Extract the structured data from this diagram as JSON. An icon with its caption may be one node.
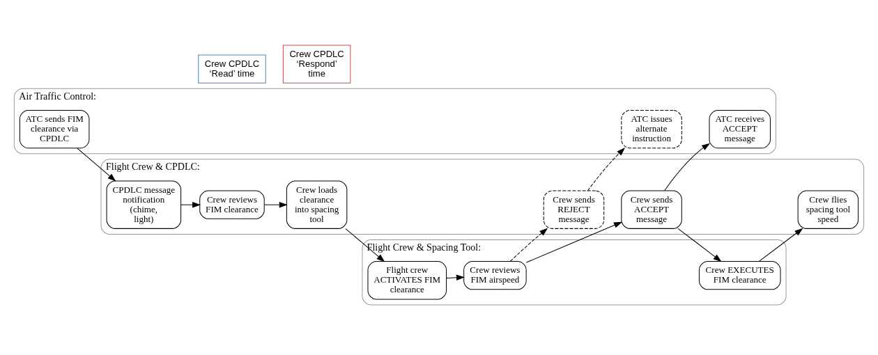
{
  "diagram": {
    "nodes": [
      {
        "text": [
          "Air Traffic Control:"
        ]
      },
      {
        "text": [
          "ATC sends FIM clearance via CPDLC"
        ],
        "in": 0
      },
      {
        "text": [
          "ATC issues alternate instruction"
        ],
        "in": 0
      },
      {
        "text": [
          "ATC receives ACCEPT message"
        ],
        "in": 0
      },
      {
        "text": [
          "Flight Crew & CPDLC:"
        ]
      },
      {
        "text": [
          "CPDLC message notification (chime, light)"
        ],
        "in": 4
      },
      {
        "text": [
          "Crew reviews FIM clearance"
        ],
        "in": 4
      },
      {
        "text": [
          "Crew loads clearance into spacing tool"
        ],
        "in": 4
      },
      {
        "text": [
          "Crew sends REJECT message"
        ],
        "in": 4
      },
      {
        "text": [
          "Crew sends ACCEPT message"
        ],
        "in": 4
      },
      {
        "text": [
          "Crew flies spacing tool speed"
        ],
        "in": 4
      },
      {
        "text": [
          "Crew CPDLC ‘Read’ time"
        ]
      },
      {
        "text": [
          "Crew CPDLC ‘Respond’ time"
        ]
      },
      {
        "text": [
          "Flight Crew & Spacing Tool:"
        ]
      },
      {
        "text": [
          "Flight crew ACTIVATES FIM clearance"
        ],
        "in": 13
      },
      {
        "text": [
          "Crew reviews FIM airspeed"
        ],
        "in": 13
      },
      {
        "text": [
          "Crew EXECUTES FIM clearance"
        ],
        "in": 13
      }
    ],
    "edges": [
      {
        "from": 1,
        "to": 5,
        "arrow": "to"
      },
      {
        "from": 5,
        "to": 6,
        "arrow": "to"
      },
      {
        "from": 6,
        "to": 7,
        "arrow": "to"
      },
      {
        "from": 7,
        "to": 14,
        "arrow": "to"
      },
      {
        "from": 14,
        "to": 15,
        "arrow": "to"
      },
      {
        "from": 15,
        "to": 8,
        "arrow": "to",
        "style": "dashed"
      },
      {
        "from": 15,
        "to": 9,
        "arrow": "to"
      },
      {
        "from": 8,
        "to": 2,
        "arrow": "to",
        "style": "dashed"
      },
      {
        "from": 9,
        "to": 3,
        "arrow": "to"
      },
      {
        "from": 9,
        "to": 16,
        "arrow": "to"
      },
      {
        "from": 16,
        "to": 10,
        "arrow": "to"
      }
    ]
  }
}
